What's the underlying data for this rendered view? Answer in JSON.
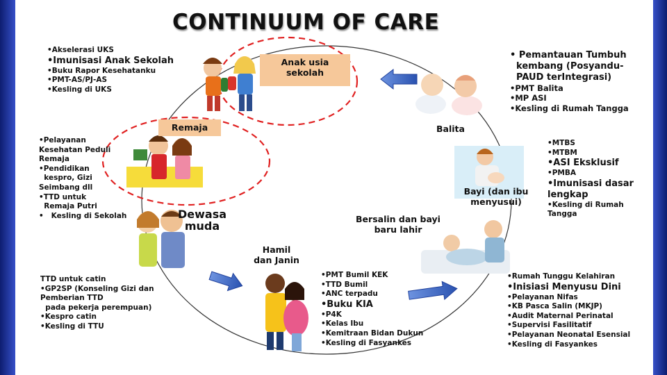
{
  "title": "CONTINUUM OF CARE",
  "stages": {
    "anak_sekolah": {
      "label_line1": "Anak usia",
      "label_line2": "sekolah",
      "items": [
        "•Akselerasi UKS",
        "•Imunisasi Anak Sekolah",
        "•Buku Rapor Kesehatanku",
        "•PMT-AS/PJ-AS",
        "•Kesling di UKS"
      ]
    },
    "balita": {
      "label": "Balita",
      "items": [
        "• Pemantauan Tumbuh",
        "  kembang (Posyandu-",
        "  PAUD terIntegrasi)",
        "•PMT Balita",
        "•MP ASI",
        "•Kesling di Rumah Tangga"
      ]
    },
    "remaja": {
      "label": "Remaja",
      "items": [
        "•Pelayanan",
        "Kesehatan Peduli",
        "Remaja",
        "•Pendidikan",
        "  kespro, Gizi",
        "Seimbang dll",
        "•TTD untuk",
        "  Remaja Putri",
        "•   Kesling di Sekolah"
      ]
    },
    "bayi": {
      "label_line1": "Bayi (dan ibu",
      "label_line2": "menyusui)",
      "items": [
        "•MTBS",
        "•MTBM",
        "•ASI Eksklusif",
        "•PMBA",
        "•Imunisasi dasar",
        "lengkap",
        "•Kesling di Rumah",
        "Tangga"
      ]
    },
    "dewasa": {
      "label_line1": "Dewasa",
      "label_line2": "muda",
      "items": [
        "TTD untuk catin",
        "•GP2SP (Konseling Gizi dan",
        "Pemberian TTD",
        "  pada pekerja perempuan)",
        "•Kespro catin",
        "•Kesling di TTU"
      ]
    },
    "bersalin": {
      "label_line1": "Bersalin dan bayi",
      "label_line2": "baru lahir",
      "items": [
        "•Rumah Tunggu Kelahiran",
        "•Inisiasi Menyusu Dini",
        "•Pelayanan Nifas",
        "•KB Pasca Salin (MKJP)",
        "•Audit Maternal Perinatal",
        "•Supervisi Fasilitatif",
        "•Pelayanan Neonatal Esensial",
        "•Kesling di Fasyankes"
      ]
    },
    "hamil": {
      "label_line1": "Hamil",
      "label_line2": "dan Janin",
      "items": [
        "•PMT Bumil KEK",
        "•TTD Bumil",
        "•ANC terpadu",
        "•Buku KIA",
        "•P4K",
        "•Kelas Ibu",
        "•Kemitraan Bidan Dukun",
        "•Kesling di Fasyankes"
      ]
    }
  },
  "colors": {
    "accent_box": "#f6c89a",
    "dashed_circle": "#e02020",
    "arrow": "#3a64c0",
    "background_frame": "#1a2d8f"
  }
}
